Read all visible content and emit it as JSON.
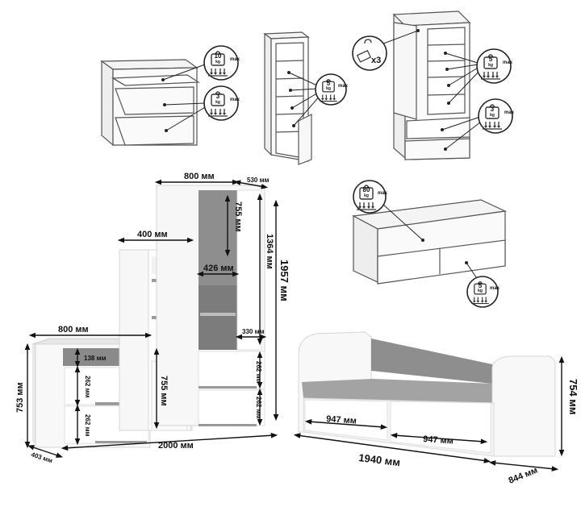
{
  "weight_badges": {
    "chest_top": {
      "value": "10",
      "unit": "kg",
      "max": "max"
    },
    "chest_drawer": {
      "value": "3",
      "unit": "kg",
      "max": "max"
    },
    "shelf_unit": {
      "value": "5",
      "unit": "kg",
      "max": "max"
    },
    "wardrobe_shelf": {
      "value": "5",
      "unit": "kg",
      "max": "max"
    },
    "wardrobe_drawer": {
      "value": "3",
      "unit": "kg",
      "max": "max"
    },
    "bed_top": {
      "value": "80",
      "unit": "kg",
      "max": "max"
    },
    "bed_drawer": {
      "value": "5",
      "unit": "kg",
      "max": "max"
    },
    "wardrobe_rail_count": "x3"
  },
  "dimensions": {
    "wardrobe_width": "800 мм",
    "wardrobe_depth": "530 мм",
    "shelf_width": "400 мм",
    "wardrobe_door_height": "755 мм",
    "wardrobe_inner_height": "1364 мм",
    "wardrobe_height": "1957 мм",
    "wardrobe_shelf_width": "426 мм",
    "wardrobe_drawer_depth": "330 мм",
    "wardrobe_drawer_height_1": "262 мм",
    "wardrobe_drawer_height_2": "262 мм",
    "chest_width": "800 мм",
    "chest_top_drawer": "138 мм",
    "chest_drawer_2": "262 мм",
    "chest_drawer_3": "262 мм",
    "chest_height": "753 мм",
    "chest_depth": "403 мм",
    "shelf_door_height": "755 мм",
    "total_width": "2000 мм",
    "bed_height": "754 мм",
    "bed_drawer_left": "947 мм",
    "bed_drawer_right": "947 мм",
    "bed_length": "1940 мм",
    "bed_depth": "844 мм"
  }
}
